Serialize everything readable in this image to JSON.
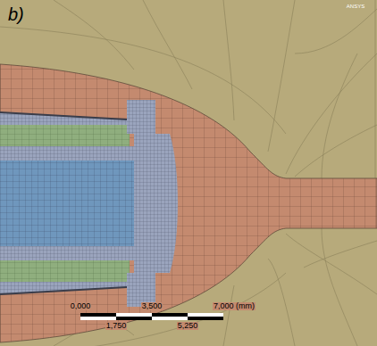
{
  "diagram": {
    "labels": [
      "b)",
      "ANSYS",
      "0,000",
      "3,500",
      "7,000 (mm)",
      "1,750",
      "5,250"
    ]
  }
}
